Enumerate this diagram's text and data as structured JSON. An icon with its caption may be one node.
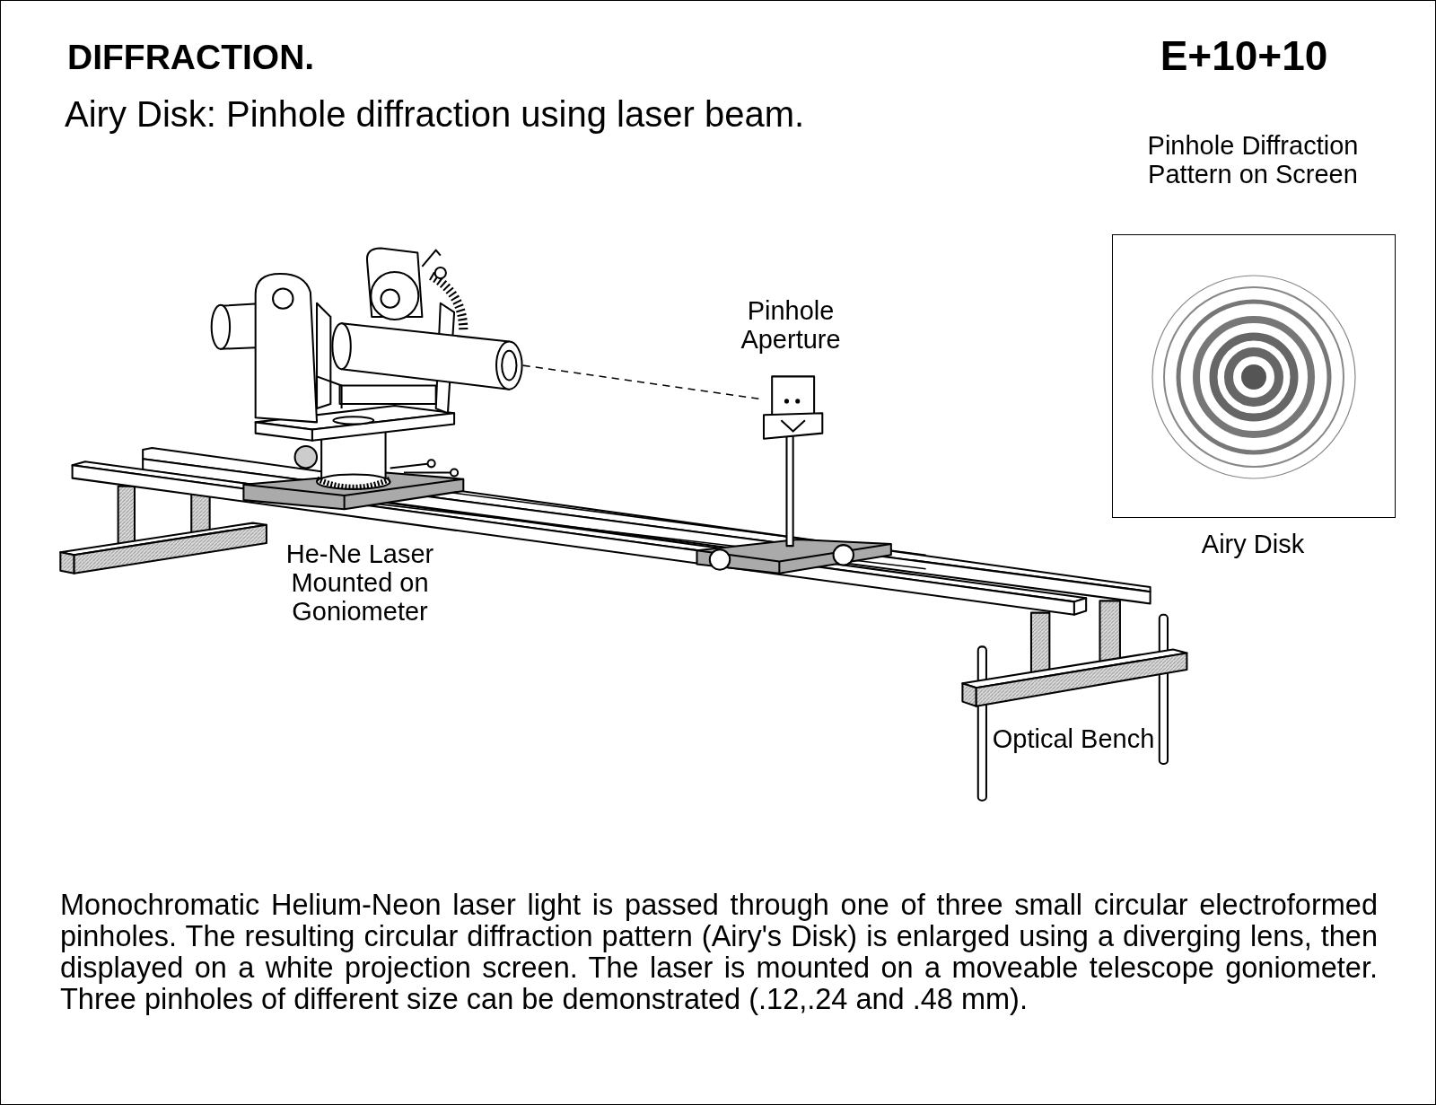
{
  "diagram": {
    "title": "DIFFRACTION.",
    "nodes": [
      {
        "text": [
          "Pinhole Diffraction Pattern on Screen"
        ],
        "beside": [
          "Airy Disk"
        ]
      }
    ],
    "labels": [
      "E+10+10",
      "Airy Disk: Pinhole diffraction using laser beam.",
      "Pinhole Aperture",
      "He-Ne Laser Mounted on Goniometer",
      "Optical Bench"
    ],
    "caption": "Monochromatic Helium-Neon laser light is passed through one of three small circular electroformed pinholes.  The resulting circular diffraction pattern (Airy's Disk) is enlarged using a diverging lens, then displayed on a white projection screen.  The laser is mounted on a moveable telescope goniometer. Three pinholes of different size can be demonstrated (.12,.24 and .48 mm)."
  }
}
